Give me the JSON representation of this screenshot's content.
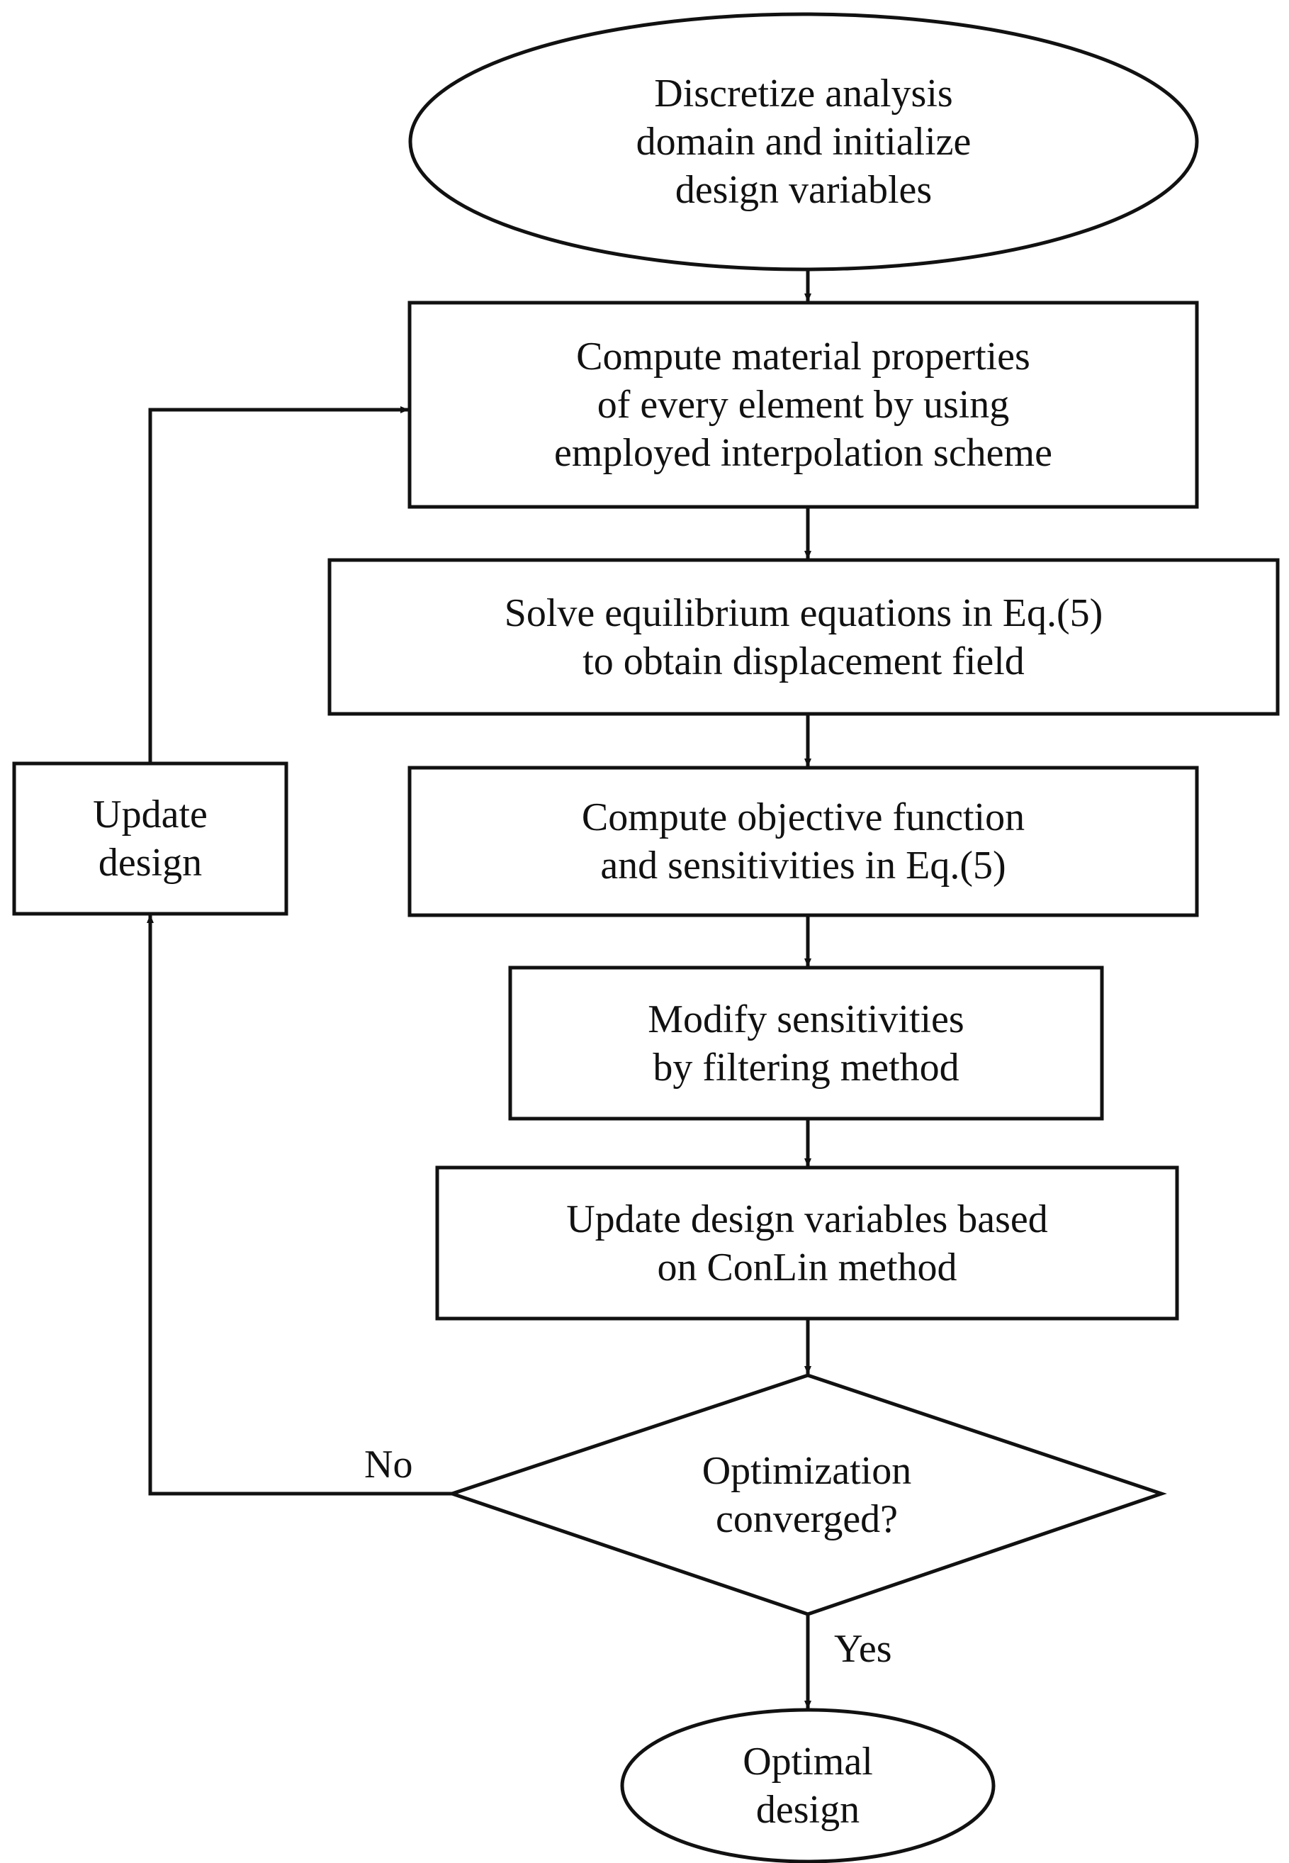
{
  "diagram": {
    "nodes": {
      "start": {
        "lines": [
          "Discretize analysis",
          "domain and initialize",
          "design variables"
        ]
      },
      "compute_material": {
        "lines": [
          "Compute material properties",
          "of every element by using",
          "employed interpolation scheme"
        ]
      },
      "solve_equilibrium": {
        "lines": [
          "Solve equilibrium equations in Eq.(5)",
          "to obtain displacement field"
        ]
      },
      "compute_objective": {
        "lines": [
          "Compute objective function",
          "and sensitivities in Eq.(5)"
        ]
      },
      "modify_sensitivities": {
        "lines": [
          "Modify sensitivities",
          "by filtering method"
        ]
      },
      "update_variables": {
        "lines": [
          "Update design variables based",
          "on ConLin method"
        ]
      },
      "decision": {
        "lines": [
          "Optimization",
          "converged?"
        ]
      },
      "update_design": {
        "lines": [
          "Update",
          "design"
        ]
      },
      "end": {
        "lines": [
          "Optimal",
          "design"
        ]
      }
    },
    "edge_labels": {
      "no": "No",
      "yes": "Yes"
    }
  }
}
